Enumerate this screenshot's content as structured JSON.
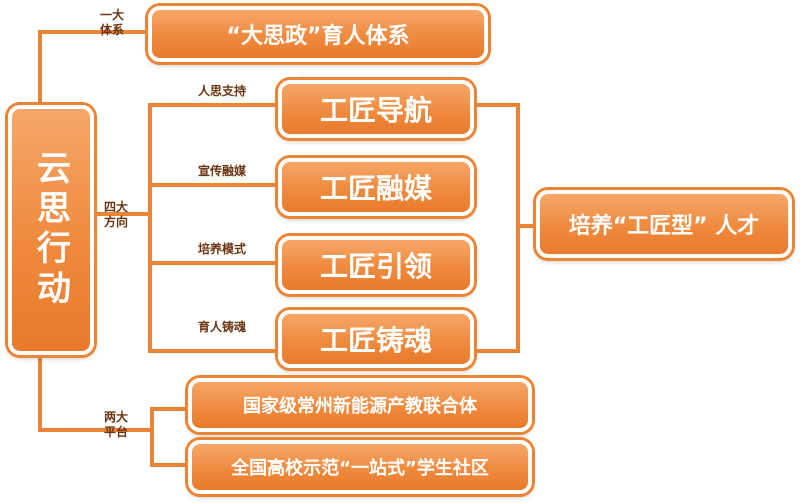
{
  "main": {
    "title": "云思行动"
  },
  "top": {
    "label": "一大\n体系",
    "box": "“大思政”育人体系"
  },
  "middle": {
    "label": "四大\n方向",
    "items": [
      {
        "box": "工匠导航",
        "tag": "人思支持"
      },
      {
        "box": "工匠融媒",
        "tag": "宣传融媒"
      },
      {
        "box": "工匠引领",
        "tag": "培养模式"
      },
      {
        "box": "工匠铸魂",
        "tag": "育人铸魂"
      }
    ],
    "result": "培养“工匠型” 人才"
  },
  "bottom": {
    "label": "两大\n平台",
    "items": [
      {
        "box": "国家级常州新能源产教联合体"
      },
      {
        "box": "全国高校示范“一站式”学生社区"
      }
    ]
  },
  "colors": {
    "primary": "#ec8436",
    "text_dark": "#6b3412"
  }
}
